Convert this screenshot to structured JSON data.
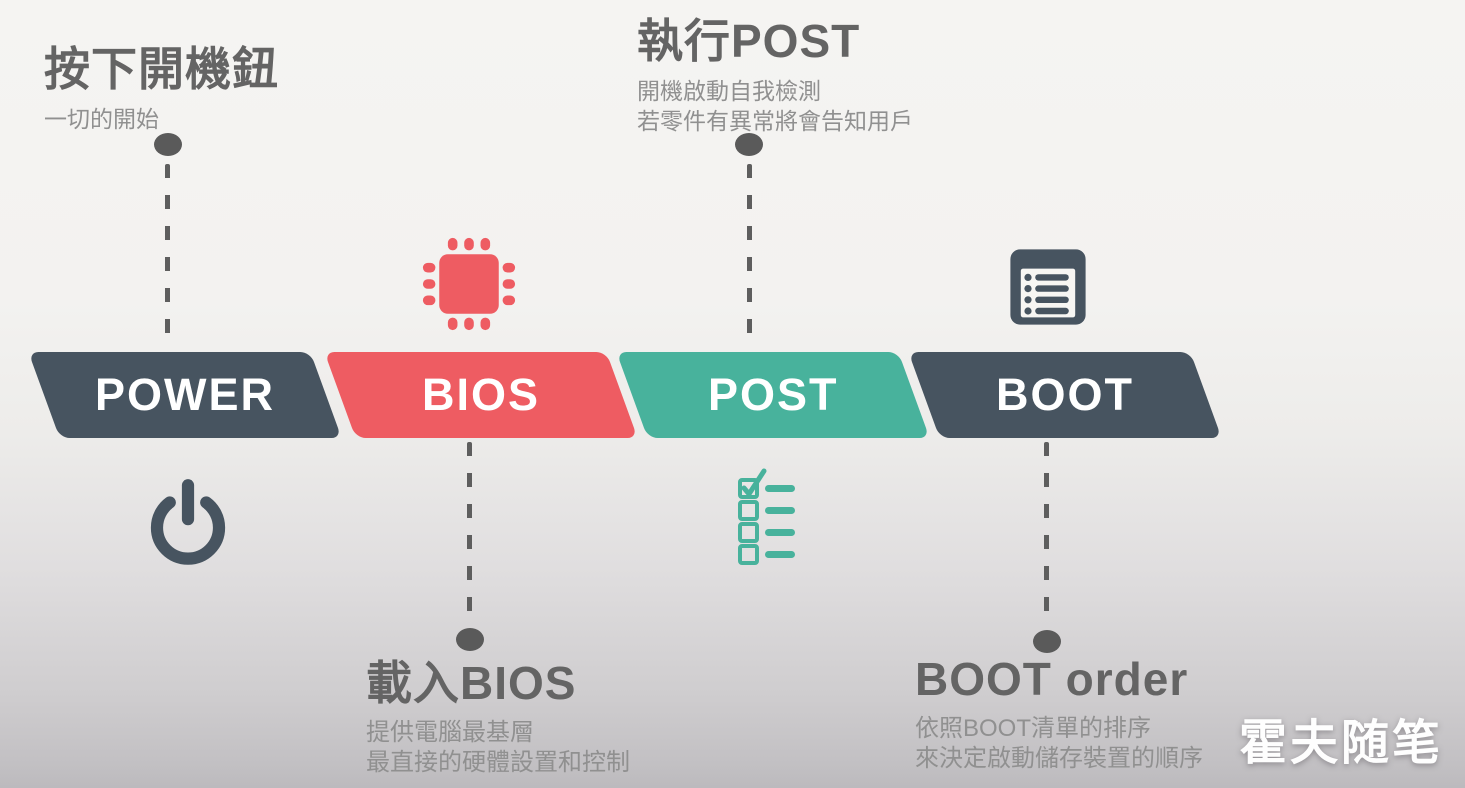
{
  "colors": {
    "dark_slate": "#475460",
    "red": "#ee5c62",
    "teal": "#48b29c",
    "connector_gray": "#5e5e5e",
    "title_gray": "#646464",
    "subtitle_gray": "#909090",
    "watermark_white": "#ffffff"
  },
  "steps": [
    {
      "id": "power",
      "banner": "POWER",
      "banner_color": "#475460",
      "icon": "power-icon",
      "callout": {
        "position": "top",
        "title": "按下開機鈕",
        "lines": [
          "一切的開始"
        ]
      }
    },
    {
      "id": "bios",
      "banner": "BIOS",
      "banner_color": "#ee5c62",
      "icon": "cpu-chip-icon",
      "callout": {
        "position": "bottom",
        "title": "載入BIOS",
        "lines": [
          "提供電腦最基層",
          "最直接的硬體設置和控制"
        ]
      }
    },
    {
      "id": "post",
      "banner": "POST",
      "banner_color": "#48b29c",
      "icon": "checklist-icon",
      "callout": {
        "position": "top",
        "title": "執行POST",
        "lines": [
          "開機啟動自我檢測",
          "若零件有異常將會告知用戶"
        ]
      }
    },
    {
      "id": "boot",
      "banner": "BOOT",
      "banner_color": "#475460",
      "icon": "boot-order-list-icon",
      "callout": {
        "position": "bottom",
        "title": "BOOT order",
        "lines": [
          "依照BOOT清單的排序",
          "來決定啟動儲存裝置的順序"
        ]
      }
    }
  ],
  "watermark": "霍夫随笔"
}
